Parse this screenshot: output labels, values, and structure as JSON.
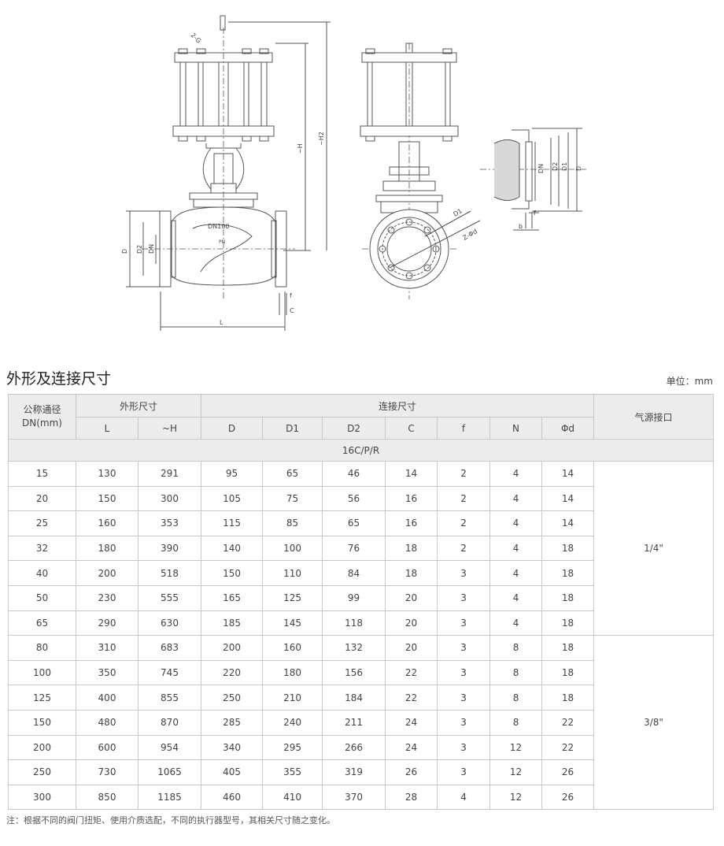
{
  "drawing": {
    "labels": [
      "2-G",
      "~H",
      "~H2",
      "DN100",
      "PN",
      "L",
      "D",
      "D2",
      "DN",
      "f",
      "C",
      "D1",
      "Z-Φd",
      "D",
      "D1",
      "D2",
      "DN",
      "f",
      "b"
    ]
  },
  "title": "外形及连接尺寸",
  "unit": "单位：mm",
  "table": {
    "col_dn": "公称通径\nDN(mm)",
    "group_outline": "外形尺寸",
    "group_connect": "连接尺寸",
    "col_air": "气源接口",
    "subheaders": [
      "L",
      "~H",
      "D",
      "D1",
      "D2",
      "C",
      "f",
      "N",
      "Φd"
    ],
    "series": "16C/P/R",
    "rows": [
      [
        "15",
        "130",
        "291",
        "95",
        "65",
        "46",
        "14",
        "2",
        "4",
        "14"
      ],
      [
        "20",
        "150",
        "300",
        "105",
        "75",
        "56",
        "16",
        "2",
        "4",
        "14"
      ],
      [
        "25",
        "160",
        "353",
        "115",
        "85",
        "65",
        "16",
        "2",
        "4",
        "14"
      ],
      [
        "32",
        "180",
        "390",
        "140",
        "100",
        "76",
        "18",
        "2",
        "4",
        "18"
      ],
      [
        "40",
        "200",
        "518",
        "150",
        "110",
        "84",
        "18",
        "3",
        "4",
        "18"
      ],
      [
        "50",
        "230",
        "555",
        "165",
        "125",
        "99",
        "20",
        "3",
        "4",
        "18"
      ],
      [
        "65",
        "290",
        "630",
        "185",
        "145",
        "118",
        "20",
        "3",
        "4",
        "18"
      ],
      [
        "80",
        "310",
        "683",
        "200",
        "160",
        "132",
        "20",
        "3",
        "8",
        "18"
      ],
      [
        "100",
        "350",
        "745",
        "220",
        "180",
        "156",
        "22",
        "3",
        "8",
        "18"
      ],
      [
        "125",
        "400",
        "855",
        "250",
        "210",
        "184",
        "22",
        "3",
        "8",
        "18"
      ],
      [
        "150",
        "480",
        "870",
        "285",
        "240",
        "211",
        "24",
        "3",
        "8",
        "22"
      ],
      [
        "200",
        "600",
        "954",
        "340",
        "295",
        "266",
        "24",
        "3",
        "12",
        "22"
      ],
      [
        "250",
        "730",
        "1065",
        "405",
        "355",
        "319",
        "26",
        "3",
        "12",
        "26"
      ],
      [
        "300",
        "850",
        "1185",
        "460",
        "410",
        "370",
        "28",
        "4",
        "12",
        "26"
      ]
    ],
    "air_small": "1/4\"",
    "air_large": "3/8\""
  },
  "note": "注：根据不同的阀门扭矩、使用介质选配，不同的执行器型号，其相关尺寸随之变化。"
}
